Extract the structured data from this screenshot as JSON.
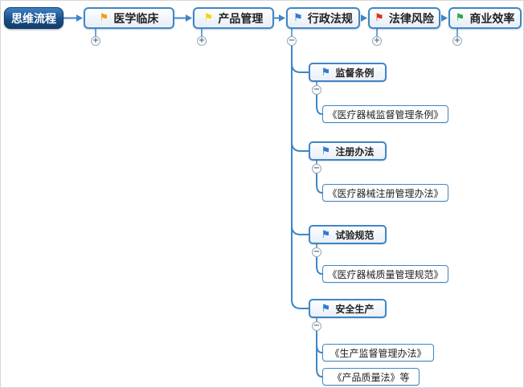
{
  "canvas": {
    "background": "#ffffff",
    "line_color": "#3f86c6"
  },
  "root": {
    "label": "思维流程"
  },
  "branches": [
    {
      "label": "医学临床",
      "flag_color": "#f39c12",
      "expander": "+"
    },
    {
      "label": "产品管理",
      "flag_color": "#f2d60b",
      "expander": "+"
    },
    {
      "label": "行政法规",
      "flag_color": "#2f7bd0",
      "expander": "−"
    },
    {
      "label": "法律风险",
      "flag_color": "#e0301e",
      "expander": "+"
    },
    {
      "label": "商业效率",
      "flag_color": "#2fa84f",
      "expander": "+"
    }
  ],
  "admin_children": [
    {
      "label": "监督条例",
      "flag_color": "#2f7bd0",
      "expander": "−",
      "docs": [
        "《医疗器械监督管理条例》"
      ]
    },
    {
      "label": "注册办法",
      "flag_color": "#2f7bd0",
      "expander": "−",
      "docs": [
        "《医疗器械注册管理办法》"
      ]
    },
    {
      "label": "试验规范",
      "flag_color": "#2f7bd0",
      "expander": "−",
      "docs": [
        "《医疗器械质量管理规范》"
      ]
    },
    {
      "label": "安全生产",
      "flag_color": "#2f7bd0",
      "expander": "−",
      "docs": [
        "《生产监督管理办法》",
        "《产品质量法》等"
      ]
    }
  ],
  "icons": {
    "flag_glyph": "⚑"
  }
}
